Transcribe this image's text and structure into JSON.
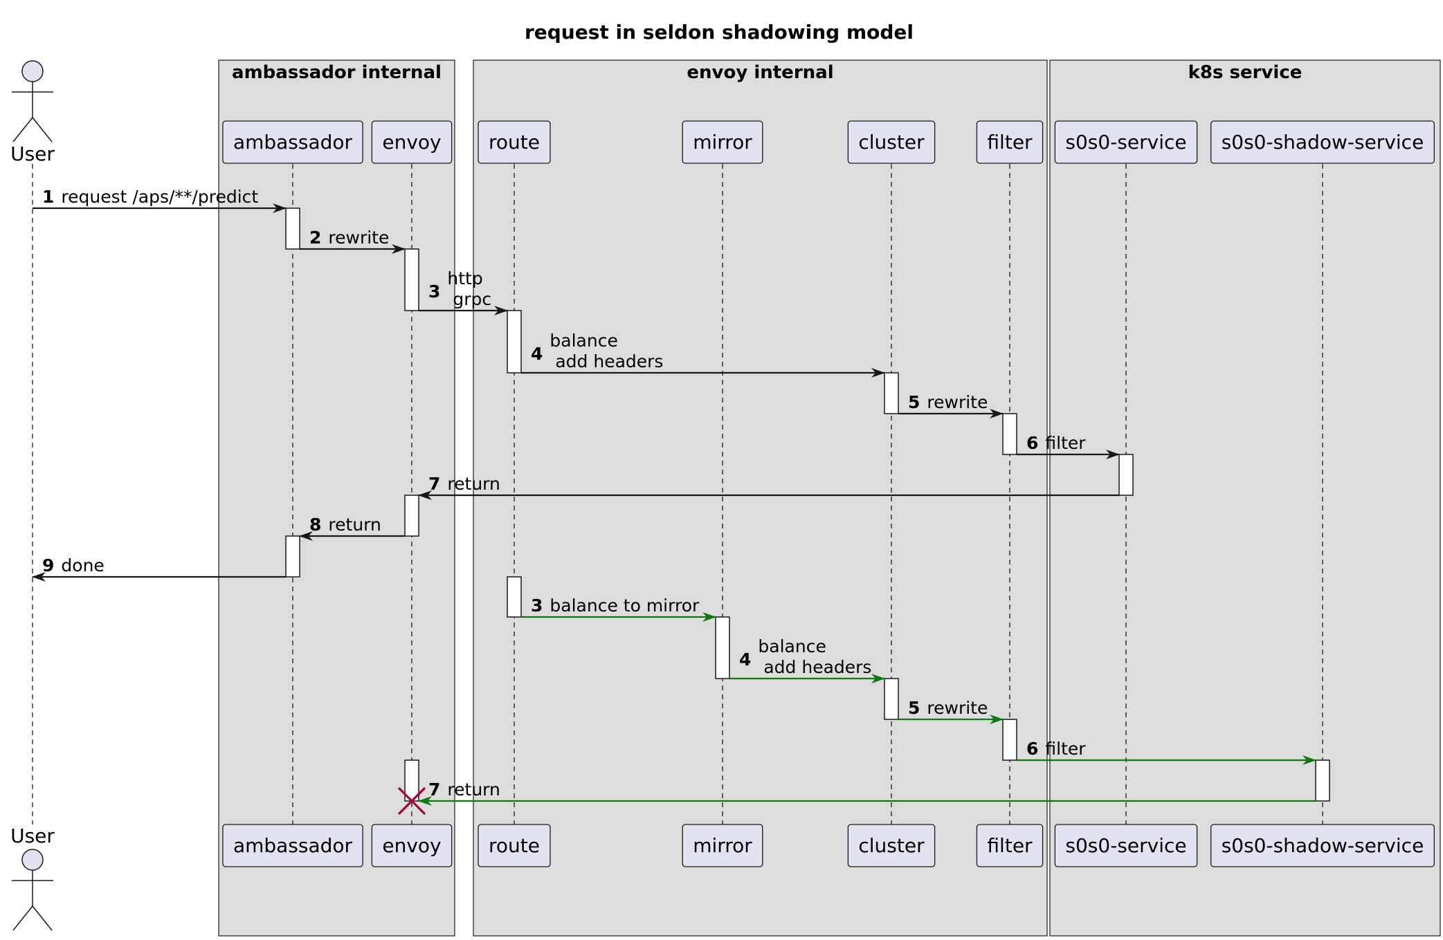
{
  "title": "request in seldon shadowing model",
  "colors": {
    "normal": "#181818",
    "shadow": "#0a7a0a",
    "destroy": "#a80036",
    "box_fill": "#dddddd",
    "participant_fill": "#e2e2f0"
  },
  "boxes": [
    {
      "id": "ambassador_internal",
      "title": "ambassador internal"
    },
    {
      "id": "envoy_internal",
      "title": "envoy internal"
    },
    {
      "id": "k8s_service",
      "title": "k8s service"
    }
  ],
  "participants": [
    {
      "id": "user",
      "label": "User",
      "kind": "actor"
    },
    {
      "id": "ambassador",
      "label": "ambassador",
      "kind": "participant",
      "box": "ambassador_internal"
    },
    {
      "id": "envoy",
      "label": "envoy",
      "kind": "participant",
      "box": "ambassador_internal"
    },
    {
      "id": "route",
      "label": "route",
      "kind": "participant",
      "box": "envoy_internal"
    },
    {
      "id": "mirror",
      "label": "mirror",
      "kind": "participant",
      "box": "envoy_internal"
    },
    {
      "id": "cluster",
      "label": "cluster",
      "kind": "participant",
      "box": "envoy_internal"
    },
    {
      "id": "filter",
      "label": "filter",
      "kind": "participant",
      "box": "envoy_internal"
    },
    {
      "id": "s0s0_service",
      "label": "s0s0-service",
      "kind": "participant",
      "box": "k8s_service"
    },
    {
      "id": "s0s0_shadow_service",
      "label": "s0s0-shadow-service",
      "kind": "participant",
      "box": "k8s_service"
    }
  ],
  "messages": [
    {
      "num": "1",
      "from": "user",
      "to": "ambassador",
      "lines": [
        "request /aps/**/predict"
      ],
      "color": "normal"
    },
    {
      "num": "2",
      "from": "ambassador",
      "to": "envoy",
      "lines": [
        "rewrite"
      ],
      "color": "normal"
    },
    {
      "num": "3",
      "from": "envoy",
      "to": "route",
      "lines": [
        "http",
        " grpc"
      ],
      "color": "normal"
    },
    {
      "num": "4",
      "from": "route",
      "to": "cluster",
      "lines": [
        "balance",
        " add headers"
      ],
      "color": "normal"
    },
    {
      "num": "5",
      "from": "cluster",
      "to": "filter",
      "lines": [
        "rewrite"
      ],
      "color": "normal"
    },
    {
      "num": "6",
      "from": "filter",
      "to": "s0s0_service",
      "lines": [
        "filter"
      ],
      "color": "normal"
    },
    {
      "num": "7",
      "from": "s0s0_service",
      "to": "envoy",
      "lines": [
        "return"
      ],
      "color": "normal"
    },
    {
      "num": "8",
      "from": "envoy",
      "to": "ambassador",
      "lines": [
        "return"
      ],
      "color": "normal"
    },
    {
      "num": "9",
      "from": "ambassador",
      "to": "user",
      "lines": [
        "done"
      ],
      "color": "normal"
    },
    {
      "num": "3",
      "from": "route",
      "to": "mirror",
      "lines": [
        "balance to mirror"
      ],
      "color": "shadow"
    },
    {
      "num": "4",
      "from": "mirror",
      "to": "cluster",
      "lines": [
        "balance",
        " add headers"
      ],
      "color": "shadow"
    },
    {
      "num": "5",
      "from": "cluster",
      "to": "filter",
      "lines": [
        "rewrite"
      ],
      "color": "shadow"
    },
    {
      "num": "6",
      "from": "filter",
      "to": "s0s0_shadow_service",
      "lines": [
        "filter"
      ],
      "color": "shadow"
    },
    {
      "num": "7",
      "from": "s0s0_shadow_service",
      "to": "envoy",
      "lines": [
        "return"
      ],
      "color": "shadow",
      "destroy": true
    }
  ]
}
